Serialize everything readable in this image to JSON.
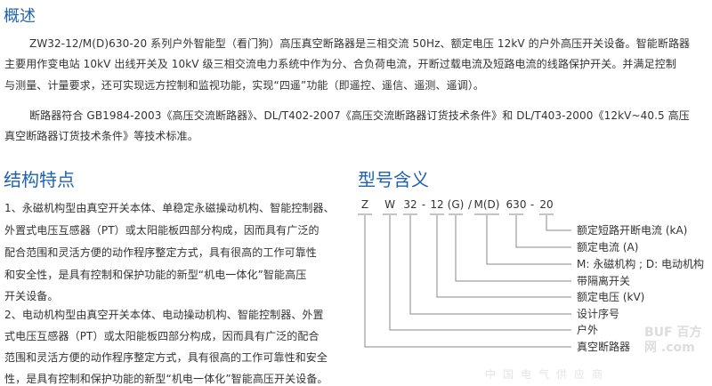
{
  "overview": {
    "title": "概述",
    "para1": [
      "ZW32-12/M(D)630-20 系列户外智能型（看门狗）高压真空断路器是三相交流 50Hz、额定电压 12kV 的户外高压开关设备。智能断路器",
      "主要用作变电站 10kV 出线开关及 10kV 级三相交流电力系统中作为分、合负荷电流，开断过载电流及短路电流的线路保护开关。并满足控制",
      "与测量、计量要求，还可实现远方控制和监视功能，实现“四遥”功能（即遥控、遥信、遥测、遥调）。"
    ],
    "para2": [
      "断路器符合 GB1984-2003《高压交流断路器》、DL/T402-2007《高压交流断路器订货技术条件》和 DL/T403-2000《12kV~40.5 高压",
      "真空断路器订货技术条件》等技术标准。"
    ]
  },
  "features": {
    "title": "结构特点",
    "para1": [
      "1、永磁机构型由真空开关本体、单稳定永磁操动机构、智能控制器、",
      "外置式电压互感器（PT）或太阳能板四部分构成，因而具有广泛的",
      "配合范围和灵活方便的动作程序整定方式，具有很高的工作可靠性",
      "和安全性，是具有控制和保护功能的新型“机电一体化”智能高压",
      "开关设备。"
    ],
    "para2": [
      "2、电动机构型由真空开关本体、电动操动机构、智能控制器、外置",
      "式电压互感器（PT）或太阳能板四部分构成，因而具有广泛的配合",
      "范围和灵活方便的动作程序整定方式，具有很高的工作可靠性和安全",
      "性，是具有控制和保护功能的新型“机电一体化”智能高压开关设备。"
    ]
  },
  "model": {
    "title": "型号含义",
    "codes": [
      "Z",
      "W",
      "32",
      "-",
      "12",
      "(G)",
      "/",
      "M(D)",
      "630",
      "-",
      "20"
    ],
    "labels": [
      "额定短路开断电流 (kA)",
      "额定电流 (A)",
      "M: 永磁机构 ; D: 电动机构",
      "带隔离开关",
      "额定电压 (kV)",
      "设计序号",
      "户外",
      "真空断路器"
    ]
  },
  "watermark": {
    "logo": "BUF 百方网 .com",
    "sub": "中国电气供应商"
  }
}
